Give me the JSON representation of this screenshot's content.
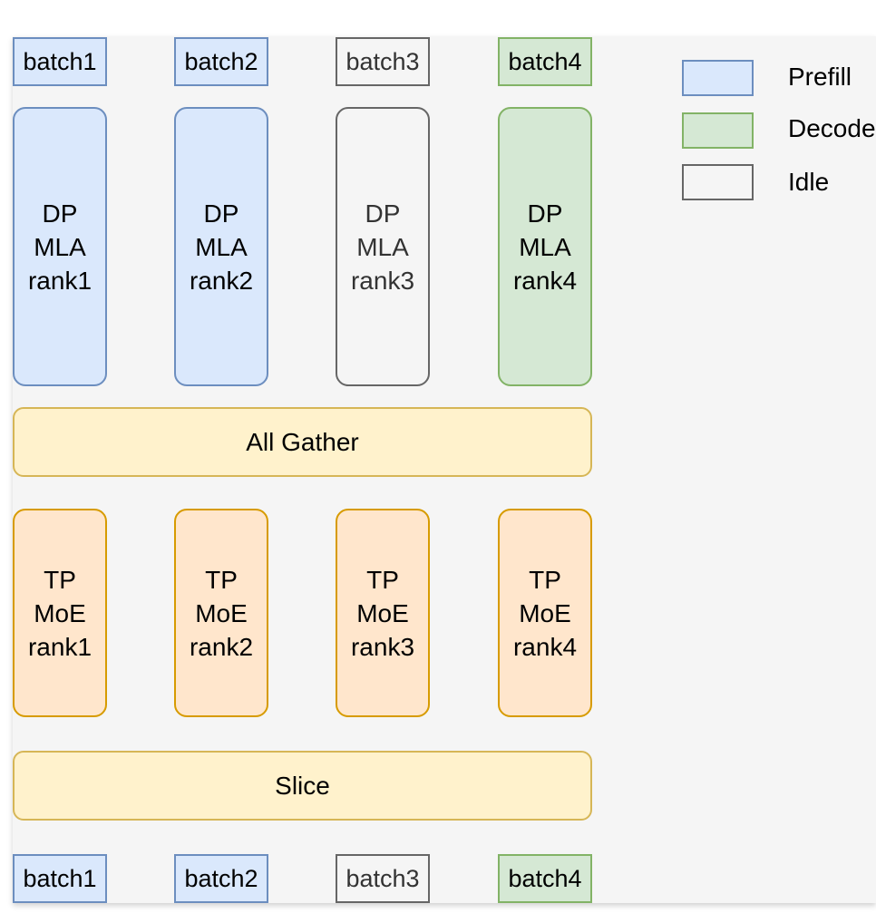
{
  "colors": {
    "prefill": "#dae8fc",
    "prefill_border": "#6c8ebf",
    "decode": "#d5e8d4",
    "decode_border": "#82b366",
    "idle": "#f5f5f5",
    "idle_border": "#666666",
    "moe": "#ffe6cc",
    "moe_border": "#d79b00",
    "collective": "#fff2cc",
    "collective_border": "#d6b656"
  },
  "input_batches": [
    "batch1",
    "batch2",
    "batch3",
    "batch4"
  ],
  "mla_ranks": [
    "DP\nMLA\nrank1",
    "DP\nMLA\nrank2",
    "DP\nMLA\nrank3",
    "DP\nMLA\nrank4"
  ],
  "all_gather": "All Gather",
  "moe_ranks": [
    "TP\nMoE\nrank1",
    "TP\nMoE\nrank2",
    "TP\nMoE\nrank3",
    "TP\nMoE\nrank4"
  ],
  "slice": "Slice",
  "output_batches": [
    "batch1",
    "batch2",
    "batch3",
    "batch4"
  ],
  "legend": {
    "prefill": "Prefill",
    "decode": "Decode",
    "idle": "Idle"
  }
}
